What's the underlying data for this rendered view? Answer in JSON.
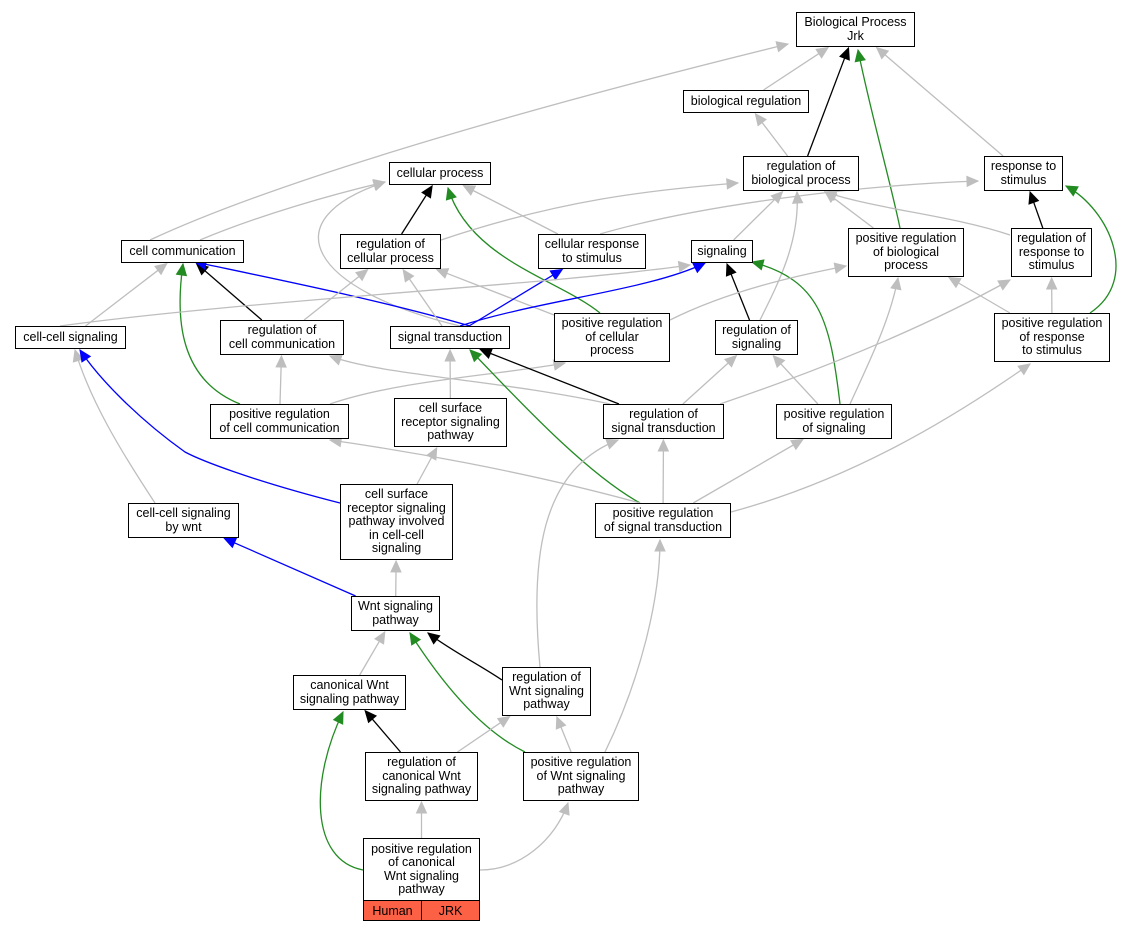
{
  "nodes": {
    "bp": {
      "lines": [
        "Biological Process",
        "Jrk"
      ]
    },
    "biological_regulation": {
      "lines": [
        "biological regulation"
      ]
    },
    "cellular_process": {
      "lines": [
        "cellular process"
      ]
    },
    "regulation_of_biological_process": {
      "lines": [
        "regulation of",
        "biological process"
      ]
    },
    "response_to_stimulus": {
      "lines": [
        "response to",
        "stimulus"
      ]
    },
    "cell_communication": {
      "lines": [
        "cell communication"
      ]
    },
    "regulation_of_cellular_process": {
      "lines": [
        "regulation of",
        "cellular process"
      ]
    },
    "cellular_response_to_stimulus": {
      "lines": [
        "cellular response",
        "to stimulus"
      ]
    },
    "signaling": {
      "lines": [
        "signaling"
      ]
    },
    "positive_regulation_of_biological_process": {
      "lines": [
        "positive regulation",
        "of biological",
        "process"
      ]
    },
    "regulation_of_response_to_stimulus": {
      "lines": [
        "regulation of",
        "response to",
        "stimulus"
      ]
    },
    "cell_cell_signaling": {
      "lines": [
        "cell-cell signaling"
      ]
    },
    "regulation_of_cell_communication": {
      "lines": [
        "regulation of",
        "cell communication"
      ]
    },
    "signal_transduction": {
      "lines": [
        "signal transduction"
      ]
    },
    "positive_regulation_of_cellular_process": {
      "lines": [
        "positive regulation",
        "of cellular",
        "process"
      ]
    },
    "regulation_of_signaling": {
      "lines": [
        "regulation of",
        "signaling"
      ]
    },
    "positive_regulation_of_response_to_stimulus": {
      "lines": [
        "positive regulation",
        "of response",
        "to stimulus"
      ]
    },
    "positive_regulation_of_cell_communication": {
      "lines": [
        "positive regulation",
        "of cell communication"
      ]
    },
    "cell_surface_receptor_signaling_pathway": {
      "lines": [
        "cell surface",
        "receptor signaling",
        "pathway"
      ]
    },
    "regulation_of_signal_transduction": {
      "lines": [
        "regulation of",
        "signal transduction"
      ]
    },
    "positive_regulation_of_signaling": {
      "lines": [
        "positive regulation",
        "of signaling"
      ]
    },
    "cell_cell_signaling_by_wnt": {
      "lines": [
        "cell-cell signaling",
        "by wnt"
      ]
    },
    "csrsp_involved_in_cell_cell_signaling": {
      "lines": [
        "cell surface",
        "receptor signaling",
        "pathway involved",
        "in cell-cell",
        "signaling"
      ]
    },
    "positive_regulation_of_signal_transduction": {
      "lines": [
        "positive regulation",
        "of signal transduction"
      ]
    },
    "wnt_signaling_pathway": {
      "lines": [
        "Wnt signaling",
        "pathway"
      ]
    },
    "canonical_wnt_signaling_pathway": {
      "lines": [
        "canonical Wnt",
        "signaling pathway"
      ]
    },
    "regulation_of_wnt_signaling_pathway": {
      "lines": [
        "regulation of",
        "Wnt signaling",
        "pathway"
      ]
    },
    "regulation_of_canonical_wnt_signaling_pathway": {
      "lines": [
        "regulation of",
        "canonical Wnt",
        "signaling pathway"
      ]
    },
    "positive_regulation_of_wnt_signaling_pathway": {
      "lines": [
        "positive regulation",
        "of Wnt signaling",
        "pathway"
      ]
    },
    "positive_regulation_of_canonical_wnt_signaling_pathway": {
      "lines": [
        "positive regulation",
        "of canonical",
        "Wnt signaling",
        "pathway"
      ]
    }
  },
  "annotations": {
    "species": "Human",
    "gene": "JRK"
  },
  "colors": {
    "is_a": "#bebebe",
    "part_of": "#0000ff",
    "regulates": "#000000",
    "positively_regulates": "#228b22",
    "annotation_fill": "#fc6045"
  },
  "edges": [
    {
      "from": "biological_regulation",
      "to": "bp",
      "type": "is_a"
    },
    {
      "from": "cellular_process",
      "to": "bp",
      "type": "is_a"
    },
    {
      "from": "regulation_of_biological_process",
      "to": "bp",
      "type": "regulates"
    },
    {
      "from": "positive_regulation_of_biological_process",
      "to": "bp",
      "type": "positively_regulates"
    },
    {
      "from": "response_to_stimulus",
      "to": "bp",
      "type": "is_a"
    },
    {
      "from": "regulation_of_biological_process",
      "to": "biological_regulation",
      "type": "is_a"
    },
    {
      "from": "regulation_of_cellular_process",
      "to": "cellular_process",
      "type": "regulates"
    },
    {
      "from": "cellular_response_to_stimulus",
      "to": "cellular_process",
      "type": "is_a"
    },
    {
      "from": "positive_regulation_of_cellular_process",
      "to": "cellular_process",
      "type": "positively_regulates"
    },
    {
      "from": "cell_communication",
      "to": "cellular_process",
      "type": "is_a"
    },
    {
      "from": "signal_transduction",
      "to": "cellular_process",
      "type": "is_a"
    },
    {
      "from": "regulation_of_cellular_process",
      "to": "regulation_of_biological_process",
      "type": "is_a"
    },
    {
      "from": "signaling",
      "to": "regulation_of_biological_process",
      "type": "is_a"
    },
    {
      "from": "regulation_of_signaling",
      "to": "regulation_of_biological_process",
      "type": "is_a"
    },
    {
      "from": "positive_regulation_of_biological_process",
      "to": "regulation_of_biological_process",
      "type": "is_a"
    },
    {
      "from": "regulation_of_response_to_stimulus",
      "to": "regulation_of_biological_process",
      "type": "is_a"
    },
    {
      "from": "cellular_response_to_stimulus",
      "to": "response_to_stimulus",
      "type": "is_a"
    },
    {
      "from": "regulation_of_response_to_stimulus",
      "to": "response_to_stimulus",
      "type": "regulates"
    },
    {
      "from": "positive_regulation_of_response_to_stimulus",
      "to": "response_to_stimulus",
      "type": "positively_regulates"
    },
    {
      "from": "cell_cell_signaling",
      "to": "cell_communication",
      "type": "is_a"
    },
    {
      "from": "regulation_of_cell_communication",
      "to": "cell_communication",
      "type": "regulates"
    },
    {
      "from": "signal_transduction",
      "to": "cell_communication",
      "type": "part_of"
    },
    {
      "from": "positive_regulation_of_cell_communication",
      "to": "cell_communication",
      "type": "positively_regulates"
    },
    {
      "from": "regulation_of_cell_communication",
      "to": "regulation_of_cellular_process",
      "type": "is_a"
    },
    {
      "from": "signal_transduction",
      "to": "regulation_of_cellular_process",
      "type": "is_a"
    },
    {
      "from": "positive_regulation_of_cellular_process",
      "to": "regulation_of_cellular_process",
      "type": "is_a"
    },
    {
      "from": "signal_transduction",
      "to": "cellular_response_to_stimulus",
      "type": "part_of"
    },
    {
      "from": "signal_transduction",
      "to": "signaling",
      "type": "part_of"
    },
    {
      "from": "cell_cell_signaling",
      "to": "signaling",
      "type": "is_a"
    },
    {
      "from": "regulation_of_signaling",
      "to": "signaling",
      "type": "regulates"
    },
    {
      "from": "positive_regulation_of_signaling",
      "to": "signaling",
      "type": "positively_regulates"
    },
    {
      "from": "positive_regulation_of_cellular_process",
      "to": "positive_regulation_of_biological_process",
      "type": "is_a"
    },
    {
      "from": "positive_regulation_of_signaling",
      "to": "positive_regulation_of_biological_process",
      "type": "is_a"
    },
    {
      "from": "positive_regulation_of_response_to_stimulus",
      "to": "regulation_of_response_to_stimulus",
      "type": "is_a"
    },
    {
      "from": "positive_regulation_of_response_to_stimulus",
      "to": "positive_regulation_of_biological_process",
      "type": "is_a"
    },
    {
      "from": "regulation_of_signal_transduction",
      "to": "regulation_of_response_to_stimulus",
      "type": "is_a"
    },
    {
      "from": "regulation_of_signal_transduction",
      "to": "regulation_of_cell_communication",
      "type": "is_a"
    },
    {
      "from": "positive_regulation_of_cell_communication",
      "to": "regulation_of_cell_communication",
      "type": "is_a"
    },
    {
      "from": "positive_regulation_of_cell_communication",
      "to": "positive_regulation_of_cellular_process",
      "type": "is_a"
    },
    {
      "from": "cell_surface_receptor_signaling_pathway",
      "to": "signal_transduction",
      "type": "is_a"
    },
    {
      "from": "regulation_of_signal_transduction",
      "to": "signal_transduction",
      "type": "regulates"
    },
    {
      "from": "positive_regulation_of_signal_transduction",
      "to": "signal_transduction",
      "type": "positively_regulates"
    },
    {
      "from": "regulation_of_signal_transduction",
      "to": "regulation_of_signaling",
      "type": "is_a"
    },
    {
      "from": "positive_regulation_of_signaling",
      "to": "regulation_of_signaling",
      "type": "is_a"
    },
    {
      "from": "positive_regulation_of_signal_transduction",
      "to": "positive_regulation_of_cell_communication",
      "type": "is_a"
    },
    {
      "from": "positive_regulation_of_signal_transduction",
      "to": "regulation_of_signal_transduction",
      "type": "is_a"
    },
    {
      "from": "positive_regulation_of_signal_transduction",
      "to": "positive_regulation_of_signaling",
      "type": "is_a"
    },
    {
      "from": "positive_regulation_of_signal_transduction",
      "to": "positive_regulation_of_response_to_stimulus",
      "type": "is_a"
    },
    {
      "from": "cell_cell_signaling_by_wnt",
      "to": "cell_cell_signaling",
      "type": "is_a"
    },
    {
      "from": "csrsp_involved_in_cell_cell_signaling",
      "to": "cell_cell_signaling",
      "type": "part_of"
    },
    {
      "from": "csrsp_involved_in_cell_cell_signaling",
      "to": "cell_surface_receptor_signaling_pathway",
      "type": "is_a"
    },
    {
      "from": "wnt_signaling_pathway",
      "to": "cell_cell_signaling_by_wnt",
      "type": "part_of"
    },
    {
      "from": "wnt_signaling_pathway",
      "to": "csrsp_involved_in_cell_cell_signaling",
      "type": "is_a"
    },
    {
      "from": "canonical_wnt_signaling_pathway",
      "to": "wnt_signaling_pathway",
      "type": "is_a"
    },
    {
      "from": "regulation_of_wnt_signaling_pathway",
      "to": "wnt_signaling_pathway",
      "type": "regulates"
    },
    {
      "from": "positive_regulation_of_wnt_signaling_pathway",
      "to": "wnt_signaling_pathway",
      "type": "positively_regulates"
    },
    {
      "from": "regulation_of_wnt_signaling_pathway",
      "to": "regulation_of_signal_transduction",
      "type": "is_a"
    },
    {
      "from": "positive_regulation_of_wnt_signaling_pathway",
      "to": "positive_regulation_of_signal_transduction",
      "type": "is_a"
    },
    {
      "from": "positive_regulation_of_wnt_signaling_pathway",
      "to": "regulation_of_wnt_signaling_pathway",
      "type": "is_a"
    },
    {
      "from": "regulation_of_canonical_wnt_signaling_pathway",
      "to": "canonical_wnt_signaling_pathway",
      "type": "regulates"
    },
    {
      "from": "regulation_of_canonical_wnt_signaling_pathway",
      "to": "regulation_of_wnt_signaling_pathway",
      "type": "is_a"
    },
    {
      "from": "positive_regulation_of_canonical_wnt_signaling_pathway",
      "to": "canonical_wnt_signaling_pathway",
      "type": "positively_regulates"
    },
    {
      "from": "positive_regulation_of_canonical_wnt_signaling_pathway",
      "to": "regulation_of_canonical_wnt_signaling_pathway",
      "type": "is_a"
    },
    {
      "from": "positive_regulation_of_canonical_wnt_signaling_pathway",
      "to": "positive_regulation_of_wnt_signaling_pathway",
      "type": "is_a"
    }
  ]
}
